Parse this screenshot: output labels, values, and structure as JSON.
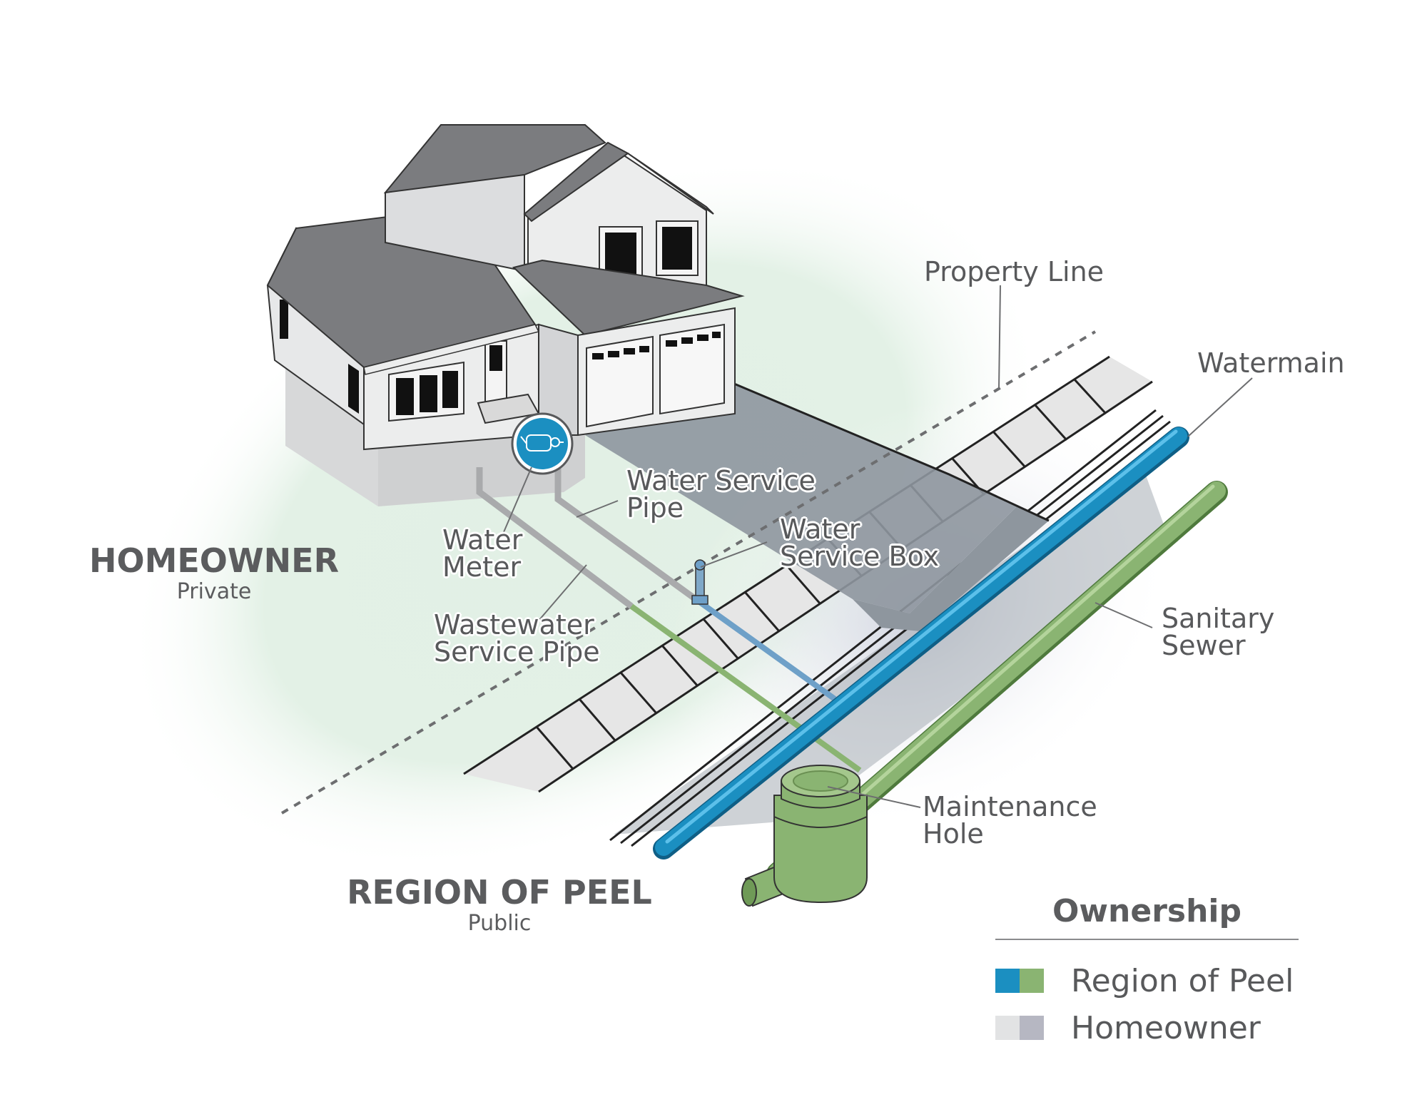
{
  "labels": {
    "property_line": "Property Line",
    "watermain": "Watermain",
    "water_service_pipe": [
      "Water Service",
      "Pipe"
    ],
    "water_service_box": [
      "Water",
      "Service Box"
    ],
    "water_meter": [
      "Water",
      "Meter"
    ],
    "wastewater_service_pipe": [
      "Wastewater",
      "Service Pipe"
    ],
    "sanitary_sewer": [
      "Sanitary",
      "Sewer"
    ],
    "maintenance_hole": [
      "Maintenance",
      "Hole"
    ]
  },
  "zones": {
    "homeowner": {
      "title": "HOMEOWNER",
      "subtitle": "Private"
    },
    "region": {
      "title": "REGION OF PEEL",
      "subtitle": "Public"
    }
  },
  "legend": {
    "title": "Ownership",
    "items": [
      {
        "label": "Region of Peel",
        "colors": [
          "#1b8fc1",
          "#8ab472"
        ]
      },
      {
        "label": "Homeowner",
        "colors": [
          "#e2e3e4",
          "#b6b7c2"
        ]
      }
    ]
  },
  "colors": {
    "watermain": "#1b8fc1",
    "sewer": "#8ab472",
    "roof": "#7b7c7f",
    "wall": "#e8e9ea",
    "ground": "#e3f1e6",
    "road": "#9ba3ab"
  }
}
